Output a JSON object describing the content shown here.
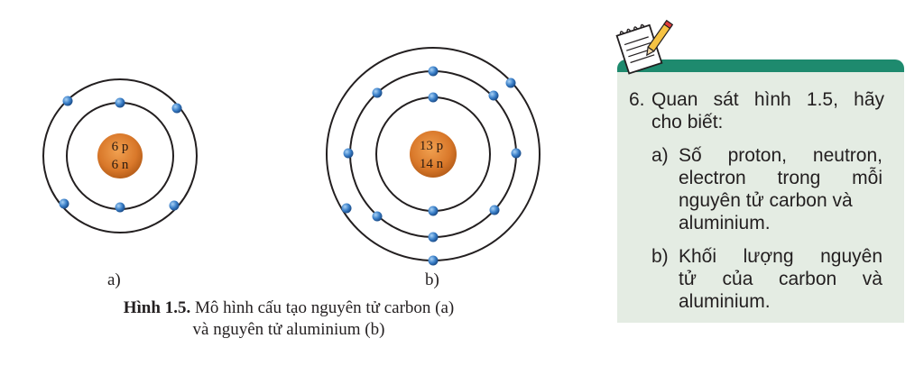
{
  "figure": {
    "atom_a": {
      "nucleus_line1": "6 p",
      "nucleus_line2": "6 n",
      "label": "a)",
      "shell_electrons": [
        2,
        4
      ]
    },
    "atom_b": {
      "nucleus_line1": "13 p",
      "nucleus_line2": "14 n",
      "label": "b)",
      "shell_electrons": [
        2,
        8,
        3
      ]
    },
    "caption_bold": "Hình 1.5.",
    "caption_line1": " Mô hình cấu tạo nguyên tử carbon (a)",
    "caption_line2": "và nguyên tử aluminium (b)"
  },
  "exercise": {
    "icon": "notepad-pencil-icon",
    "question_number": "6.",
    "question_line1": "Quan sát hình 1.5, hãy",
    "question_line2": "cho biết:",
    "item_a_marker": "a)",
    "item_a_lines": [
      "Số proton, neutron,",
      "electron trong mỗi",
      "nguyên tử carbon và",
      "aluminium."
    ],
    "item_b_marker": "b)",
    "item_b_lines": [
      "Khối lượng nguyên",
      "tử của carbon và",
      "aluminium."
    ]
  },
  "colors": {
    "nucleus": "#d9782a",
    "electron": "#3a7fc8",
    "orbit": "#231f20",
    "box_header": "#1e8a6e",
    "box_bg": "#e4ece3"
  }
}
